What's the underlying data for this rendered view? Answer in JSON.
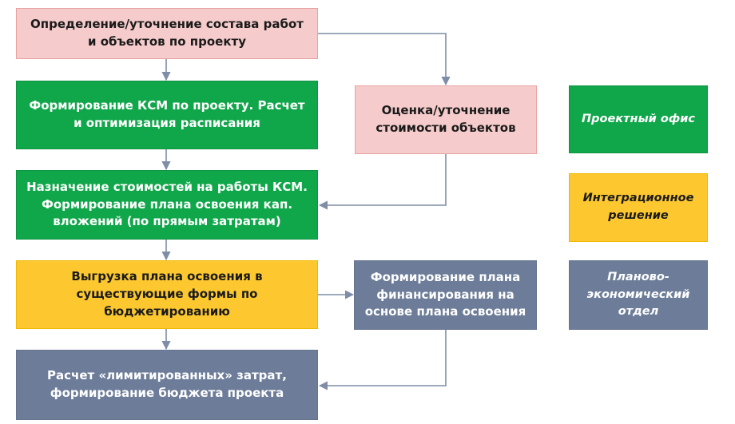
{
  "flow": {
    "define_scope": "Определение/уточнение состава работ и объектов по проекту",
    "ksm_forming": "Формирование КСМ по проекту. Расчет и оптимизация расписания",
    "cost_estimate": "Оценка/уточнение стоимости объектов",
    "cost_assignment": "Назначение стоимостей на работы КСМ. Формирование плана освоения кап. вложений (по прямым затратам)",
    "plan_export": "Выгрузка плана освоения в существующие формы по бюджетированию",
    "financing_plan": "Формирование плана финансирования на основе плана освоения",
    "budget_calc": "Расчет «лимитированных» затрат, формирование бюджета проекта"
  },
  "legend": {
    "project_office": "Проектный офис",
    "integration": "Интеграционное решение",
    "economic_dept": "Планово-экономический отдел"
  },
  "colors": {
    "pink": "#f5cccb",
    "green": "#10a64a",
    "yellow": "#fdc82f",
    "gray": "#6d7d99",
    "connector": "#7f8ea6"
  }
}
